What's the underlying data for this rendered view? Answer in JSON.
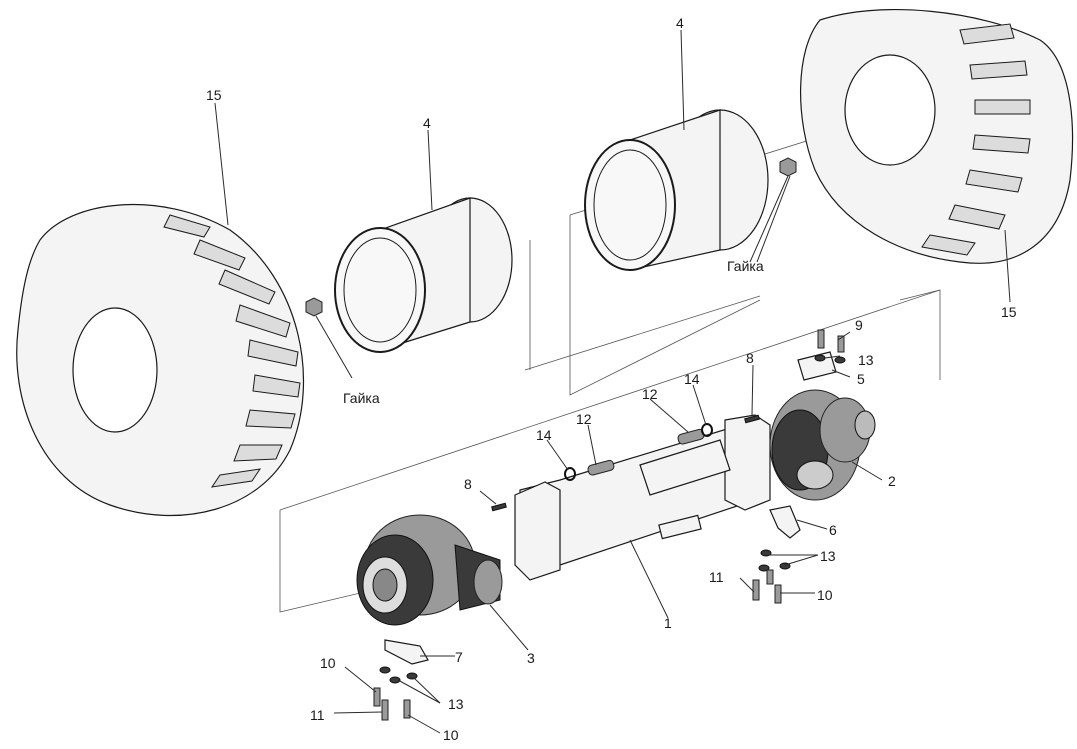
{
  "labels": {
    "tire_left": "15",
    "tire_right": "15",
    "rim_left": "4",
    "rim_right": "4",
    "nut_left": "Гайка",
    "nut_right": "Гайка",
    "axle_housing": "1",
    "hub_right": "2",
    "hub_left": "3",
    "bracket_top": "5",
    "bracket_right": "6",
    "bracket_left": "7",
    "pin_right": "8",
    "pin_left": "8",
    "bolt_top": "9",
    "bolt_right_lower": "10",
    "bolt_left_upper": "10",
    "bolt_left_lower": "10",
    "bolt_right_11": "11",
    "bolt_left_11": "11",
    "shaft_right": "12",
    "shaft_left": "12",
    "washer_top": "13",
    "washer_right": "13",
    "washer_left": "13",
    "ring_right": "14",
    "ring_left": "14"
  }
}
